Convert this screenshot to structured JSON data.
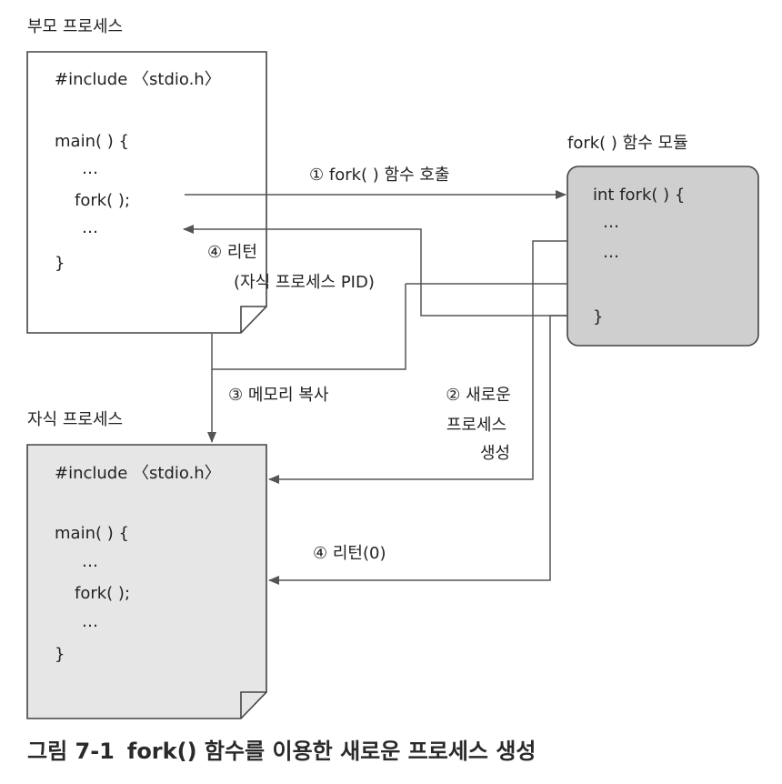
{
  "parent": {
    "title": "부모 프로세스",
    "code": [
      "#include 〈stdio.h〉",
      "main( ) {",
      "…",
      "fork( );",
      "…",
      "}"
    ]
  },
  "child": {
    "title": "자식 프로세스",
    "code": [
      "#include 〈stdio.h〉",
      "main( ) {",
      "…",
      "fork( );",
      "…",
      "}"
    ]
  },
  "module": {
    "title": "fork( ) 함수 모듈",
    "code": [
      "int fork( ) {",
      "…",
      "…",
      "}"
    ]
  },
  "arrows": {
    "call": "① fork( ) 함수 호출",
    "create": [
      "② 새로운",
      "프로세스",
      "생성"
    ],
    "copy": "③ 메모리 복사",
    "return_parent": [
      "④ 리턴",
      "(자식 프로세스 PID)"
    ],
    "return_child": "④ 리턴(0)"
  },
  "caption": {
    "number": "그림 7-1",
    "text": "fork() 함수를 이용한 새로운 프로세스 생성"
  },
  "colors": {
    "parent_fill": "#ffffff",
    "child_fill": "#e6e6e6",
    "module_fill": "#cfcfcf",
    "line": "#444444",
    "arrow": "#555555",
    "text": "#222222"
  }
}
